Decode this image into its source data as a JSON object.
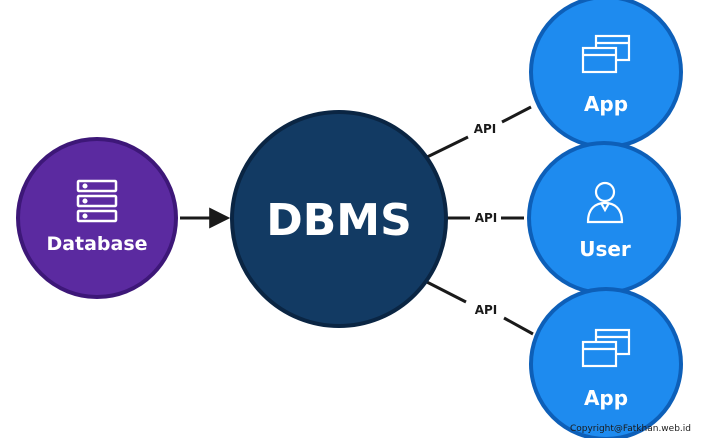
{
  "nodes": {
    "database": {
      "label": "Database",
      "icon": "server-stack-icon",
      "color": "#5b2aa0",
      "ring": "#3d1778"
    },
    "dbms": {
      "label": "DBMS",
      "color": "#123a63",
      "ring": "#0a2543"
    },
    "app_top": {
      "label": "App",
      "icon": "app-window-icon",
      "color": "#1e8bef",
      "ring": "#0d5fb8"
    },
    "user": {
      "label": "User",
      "icon": "user-icon",
      "color": "#1e8bef",
      "ring": "#0d5fb8"
    },
    "app_bottom": {
      "label": "App",
      "icon": "app-window-icon",
      "color": "#1e8bef",
      "ring": "#0d5fb8"
    }
  },
  "connectors": {
    "top": "API",
    "middle": "API",
    "bottom": "API"
  },
  "watermark": "Copyright@Fatkhan.web.id"
}
